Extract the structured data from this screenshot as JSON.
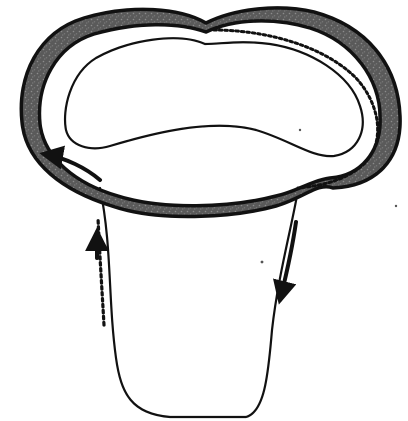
{
  "colors": {
    "background": "#ffffff",
    "ink": "#111111",
    "band_fill": "#5a5a5a",
    "band_speckle": "#8c8c8c"
  },
  "elements": {
    "outer_ring": "shaded-band-loop",
    "inner_loop": "inner-outline-loop",
    "lower_loop": "lower-u-loop",
    "beaded_paths": [
      "left-beaded-stem",
      "inner-beaded-right-path"
    ],
    "arrows": [
      "arrow-left-into-band",
      "arrow-up-left-stem",
      "arrow-down-right-stem"
    ]
  }
}
